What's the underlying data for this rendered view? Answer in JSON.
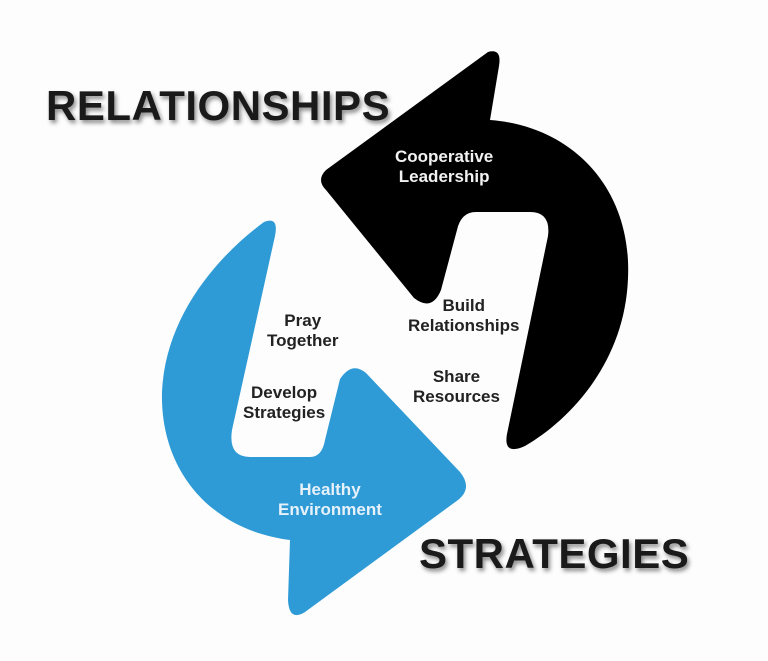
{
  "titles": {
    "top": "RELATIONSHIPS",
    "bottom": "STRATEGIES"
  },
  "colors": {
    "black_arrow": "#000000",
    "blue_arrow": "#2e9bd6",
    "background": "#fdfdfd"
  },
  "labels": {
    "cooperative": [
      "Cooperative",
      "Leadership"
    ],
    "build": [
      "Build",
      "Relationships"
    ],
    "share": [
      "Share",
      "Resources"
    ],
    "pray": [
      "Pray",
      "Together"
    ],
    "develop": [
      "Develop",
      "Strategies"
    ],
    "healthy": [
      "Healthy",
      "Environment"
    ]
  }
}
